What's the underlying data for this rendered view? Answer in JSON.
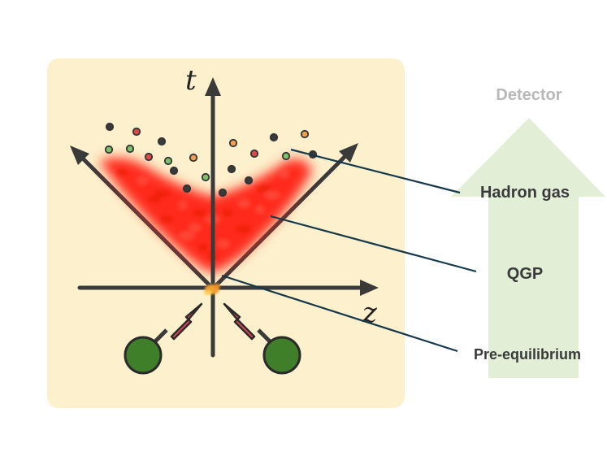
{
  "axes": {
    "time_label": "t",
    "space_label": "z"
  },
  "labels": {
    "detector": "Detector",
    "hadron_gas": "Hadron gas",
    "qgp": "QGP",
    "pre_equilibrium": "Pre-equilibrium"
  },
  "colors": {
    "panel": "#fdf0cc",
    "axis": "#3a3a3a",
    "qgp": "#ff2a1a",
    "nucleus": "#3f7f2a",
    "beam_arrow": "#e8485a",
    "detector_arrow": "#e2efd6",
    "leader_line": "#15384a",
    "hadron_colors": [
      "#3a3a3a",
      "#e04848",
      "#7cc06a",
      "#f0a050"
    ]
  }
}
